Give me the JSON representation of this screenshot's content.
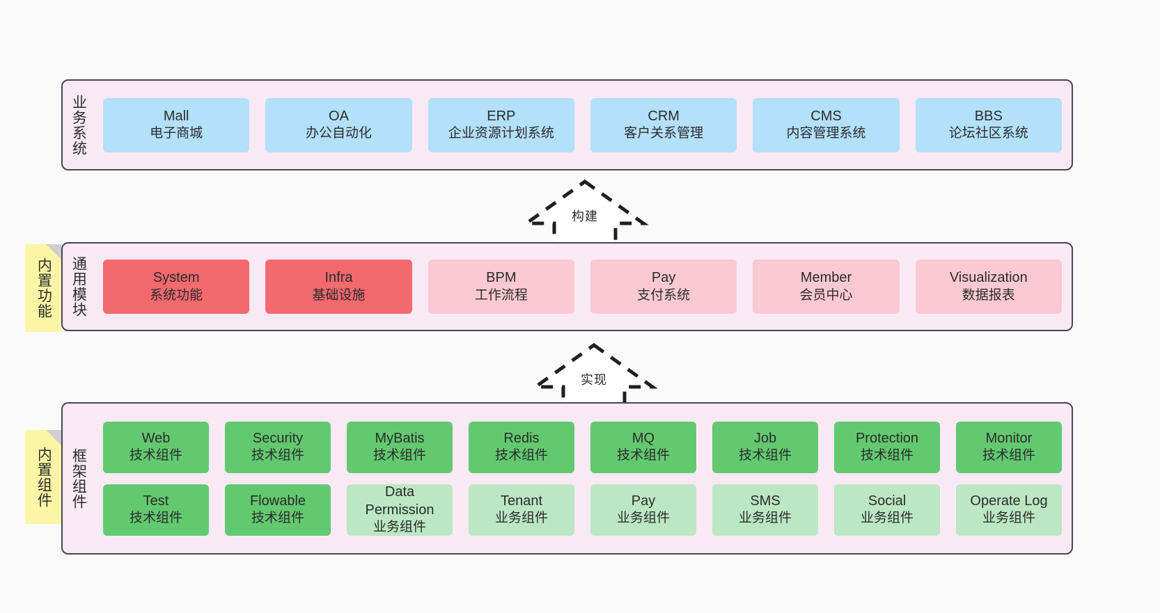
{
  "diagram": {
    "background": "#fafafa",
    "panel_fill": "#f9e9f5",
    "panel_border": "#4a4453",
    "sticky_fill": "#fbf6a5"
  },
  "layers": [
    {
      "id": "business",
      "title": "业务系统",
      "rows": [
        {
          "nodes": [
            {
              "en": "Mall",
              "cn": "电子商城",
              "color": "#b3e0fb"
            },
            {
              "en": "OA",
              "cn": "办公自动化",
              "color": "#b3e0fb"
            },
            {
              "en": "ERP",
              "cn": "企业资源计划系统",
              "color": "#b3e0fb"
            },
            {
              "en": "CRM",
              "cn": "客户关系管理",
              "color": "#b3e0fb"
            },
            {
              "en": "CMS",
              "cn": "内容管理系统",
              "color": "#b3e0fb"
            },
            {
              "en": "BBS",
              "cn": "论坛社区系统",
              "color": "#b3e0fb"
            }
          ]
        }
      ]
    },
    {
      "id": "common",
      "title": "通用模块",
      "sticky": "内置功能",
      "rows": [
        {
          "nodes": [
            {
              "en": "System",
              "cn": "系统功能",
              "color": "#f2696e"
            },
            {
              "en": "Infra",
              "cn": "基础设施",
              "color": "#f2696e"
            },
            {
              "en": "BPM",
              "cn": "工作流程",
              "color": "#fbc9d2"
            },
            {
              "en": "Pay",
              "cn": "支付系统",
              "color": "#fbc9d2"
            },
            {
              "en": "Member",
              "cn": "会员中心",
              "color": "#fbc9d2"
            },
            {
              "en": "Visualization",
              "cn": "数据报表",
              "color": "#fbc9d2"
            }
          ]
        }
      ]
    },
    {
      "id": "framework",
      "title": "框架组件",
      "sticky": "内置组件",
      "rows": [
        {
          "nodes": [
            {
              "en": "Web",
              "cn": "技术组件",
              "color": "#63c970"
            },
            {
              "en": "Security",
              "cn": "技术组件",
              "color": "#63c970"
            },
            {
              "en": "MyBatis",
              "cn": "技术组件",
              "color": "#63c970"
            },
            {
              "en": "Redis",
              "cn": "技术组件",
              "color": "#63c970"
            },
            {
              "en": "MQ",
              "cn": "技术组件",
              "color": "#63c970"
            },
            {
              "en": "Job",
              "cn": "技术组件",
              "color": "#63c970"
            },
            {
              "en": "Protection",
              "cn": "技术组件",
              "color": "#63c970"
            },
            {
              "en": "Monitor",
              "cn": "技术组件",
              "color": "#63c970"
            }
          ]
        },
        {
          "nodes": [
            {
              "en": "Test",
              "cn": "技术组件",
              "color": "#63c970"
            },
            {
              "en": "Flowable",
              "cn": "技术组件",
              "color": "#63c970"
            },
            {
              "en": "Data Permission",
              "cn": "业务组件",
              "color": "#bce7c4"
            },
            {
              "en": "Tenant",
              "cn": "业务组件",
              "color": "#bce7c4"
            },
            {
              "en": "Pay",
              "cn": "业务组件",
              "color": "#bce7c4"
            },
            {
              "en": "SMS",
              "cn": "业务组件",
              "color": "#bce7c4"
            },
            {
              "en": "Social",
              "cn": "业务组件",
              "color": "#bce7c4"
            },
            {
              "en": "Operate Log",
              "cn": "业务组件",
              "color": "#bce7c4"
            }
          ]
        }
      ]
    }
  ],
  "connectors": [
    {
      "id": "build",
      "label": "构建",
      "style": "dashed-hollow-arrow-up"
    },
    {
      "id": "impl",
      "label": "实现",
      "style": "dashed-hollow-arrow-up"
    }
  ]
}
